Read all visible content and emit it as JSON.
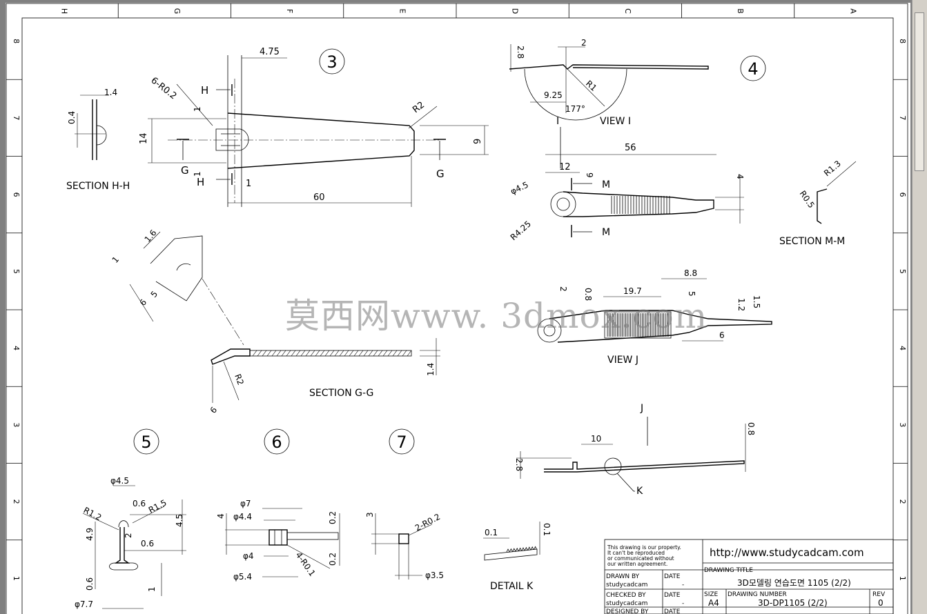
{
  "zones": {
    "top": [
      "H",
      "G",
      "F",
      "E",
      "D",
      "C",
      "B",
      "A"
    ],
    "side": [
      "8",
      "7",
      "6",
      "5",
      "4",
      "3",
      "2",
      "1"
    ]
  },
  "view3": {
    "circle": "3",
    "section_title": "SECTION H-H",
    "dims": [
      "4.75",
      "6-R0.2",
      "1.4",
      "0.4",
      "R2",
      "1",
      "14",
      "9",
      "1",
      "1",
      "60"
    ],
    "cut_labels": [
      "H",
      "H",
      "G",
      "G"
    ]
  },
  "view4": {
    "circle": "4",
    "view_i_title": "VIEW I",
    "view_i_letter": "I",
    "dims_i": [
      "2.8",
      "2",
      "R1",
      "9.25",
      "177°"
    ],
    "top_dims": [
      "56",
      "12",
      "9",
      "4",
      "φ4.5",
      "R4.25"
    ],
    "cut_labels": [
      "M",
      "M"
    ],
    "section_m_title": "SECTION M-M",
    "section_m_dims": [
      "R1.3",
      "R0.5"
    ]
  },
  "section_g": {
    "title": "SECTION G-G",
    "dims": [
      "1.6",
      "1",
      "5",
      "6",
      "R2",
      "6",
      "1.4"
    ]
  },
  "view_j": {
    "title": "VIEW J",
    "dims": [
      "8.8",
      "2",
      "0.8",
      "19.7",
      "5",
      "1.2",
      "1.5",
      "6"
    ]
  },
  "side_view": {
    "arrow_letter": "J",
    "dims": [
      "10",
      "2.8",
      "0.8"
    ],
    "detail_letter": "K"
  },
  "detail_k": {
    "title": "DETAIL K",
    "dims": [
      "0.1",
      "0.1"
    ]
  },
  "view5": {
    "circle": "5",
    "dims": [
      "φ4.5",
      "0.6",
      "R1.5",
      "R1.2",
      "4.5",
      "4.9",
      "2",
      "0.6",
      "0.6",
      "1",
      "φ7.7"
    ]
  },
  "view6": {
    "circle": "6",
    "dims": [
      "φ7",
      "φ4.4",
      "4",
      "0.2",
      "φ4",
      "0.2",
      "4-R0.1",
      "φ5.4"
    ]
  },
  "view7": {
    "circle": "7",
    "dims": [
      "3",
      "2-R0.2",
      "φ3.5"
    ]
  },
  "title_block": {
    "notice": [
      "This drawing is our property.",
      "It can't be reproduced",
      "or communicated without",
      "our written agreement."
    ],
    "website": "http://www.studycadcam.com",
    "drawn_by_label": "DRAWN BY",
    "drawn_by": "studycadcam",
    "checked_by_label": "CHECKED BY",
    "checked_by": "studycadcam",
    "designed_by_label": "DESIGNED BY",
    "date_label": "DATE",
    "date_value": "-",
    "drawing_title_label": "DRAWING TITLE",
    "drawing_title": "3D모델링 연습도면 1105 (2/2)",
    "size_label": "SIZE",
    "size": "A4",
    "drawing_number_label": "DRAWING NUMBER",
    "drawing_number": "3D-DP1105 (2/2)",
    "rev_label": "REV",
    "rev": "0"
  },
  "watermark": "莫西网www. 3dmox.com"
}
